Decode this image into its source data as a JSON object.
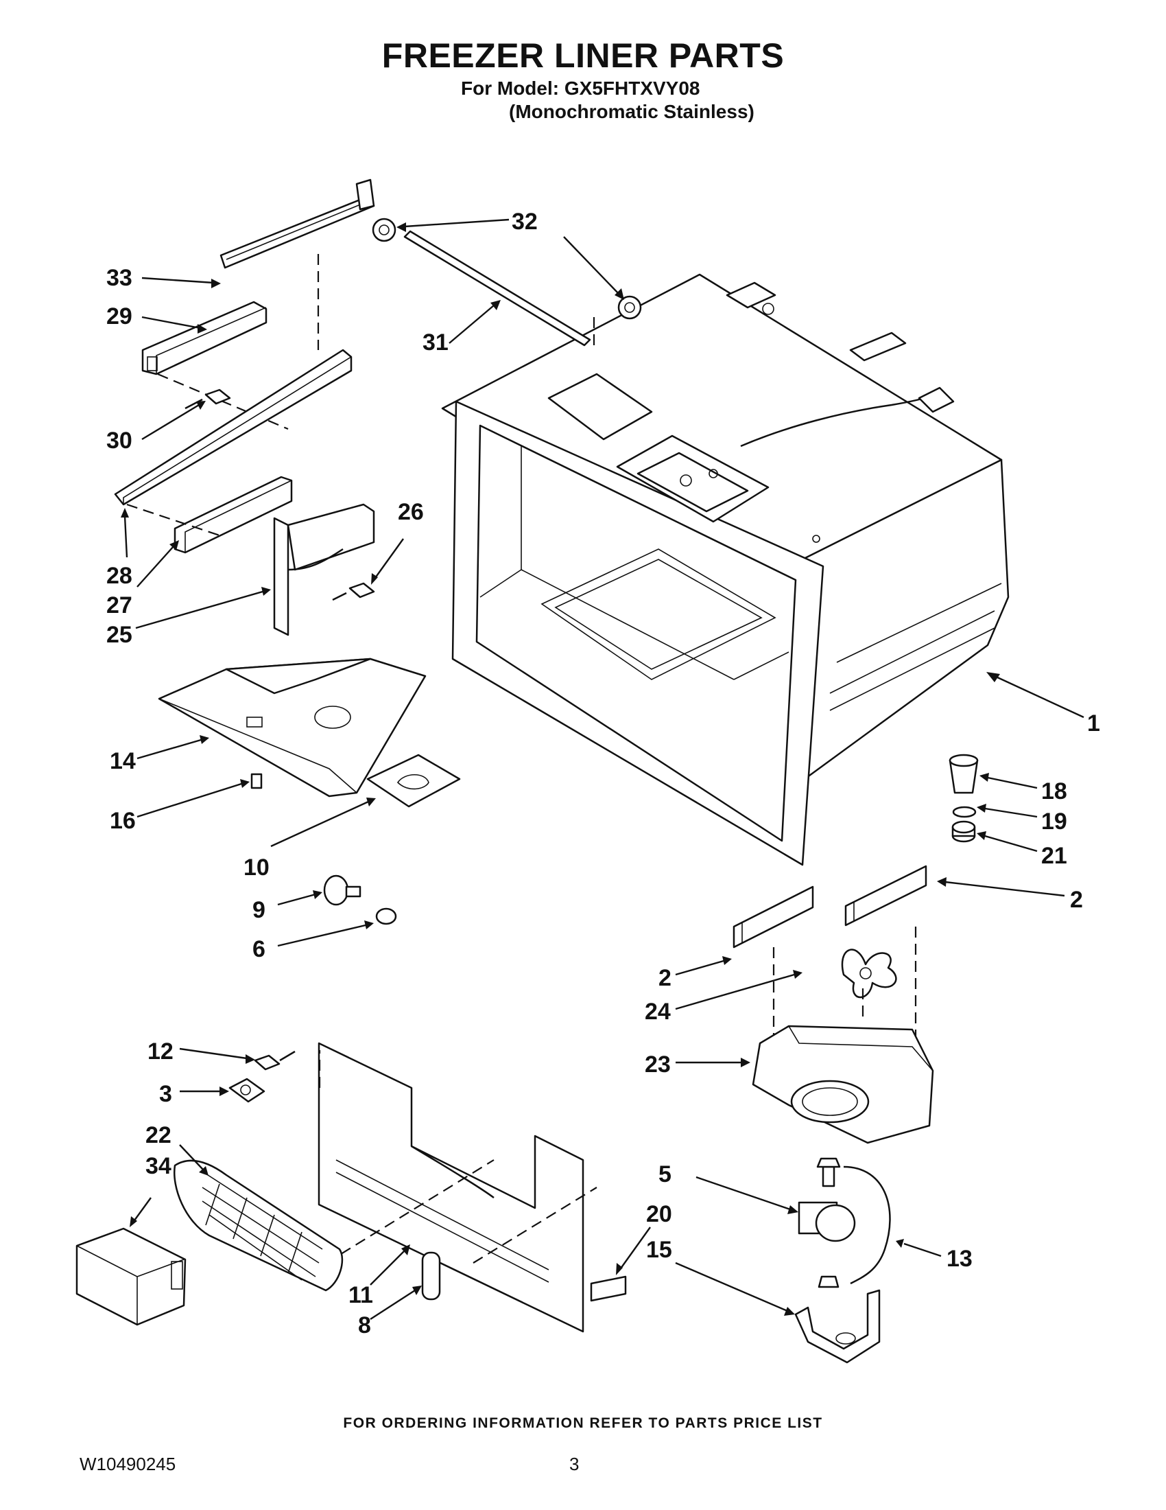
{
  "header": {
    "title": "FREEZER LINER PARTS",
    "model": "For Model: GX5FHTXVY08",
    "variant": "(Monochromatic Stainless)"
  },
  "footer": {
    "note": "FOR ORDERING INFORMATION REFER TO PARTS PRICE LIST",
    "doc_number": "W10490245",
    "page_number": "3"
  },
  "callouts": [
    {
      "id": "c33",
      "label": "33"
    },
    {
      "id": "c29",
      "label": "29"
    },
    {
      "id": "c32",
      "label": "32"
    },
    {
      "id": "c31",
      "label": "31"
    },
    {
      "id": "c30",
      "label": "30"
    },
    {
      "id": "c28",
      "label": "28"
    },
    {
      "id": "c27",
      "label": "27"
    },
    {
      "id": "c25",
      "label": "25"
    },
    {
      "id": "c26",
      "label": "26"
    },
    {
      "id": "c14",
      "label": "14"
    },
    {
      "id": "c16",
      "label": "16"
    },
    {
      "id": "c10",
      "label": "10"
    },
    {
      "id": "c9",
      "label": "9"
    },
    {
      "id": "c6",
      "label": "6"
    },
    {
      "id": "c1",
      "label": "1"
    },
    {
      "id": "c18",
      "label": "18"
    },
    {
      "id": "c19",
      "label": "19"
    },
    {
      "id": "c21",
      "label": "21"
    },
    {
      "id": "c2a",
      "label": "2"
    },
    {
      "id": "c2b",
      "label": "2"
    },
    {
      "id": "c24",
      "label": "24"
    },
    {
      "id": "c23",
      "label": "23"
    },
    {
      "id": "c12",
      "label": "12"
    },
    {
      "id": "c3",
      "label": "3"
    },
    {
      "id": "c22",
      "label": "22"
    },
    {
      "id": "c34",
      "label": "34"
    },
    {
      "id": "c11",
      "label": "11"
    },
    {
      "id": "c8",
      "label": "8"
    },
    {
      "id": "c5",
      "label": "5"
    },
    {
      "id": "c20",
      "label": "20"
    },
    {
      "id": "c15",
      "label": "15"
    },
    {
      "id": "c13",
      "label": "13"
    }
  ]
}
